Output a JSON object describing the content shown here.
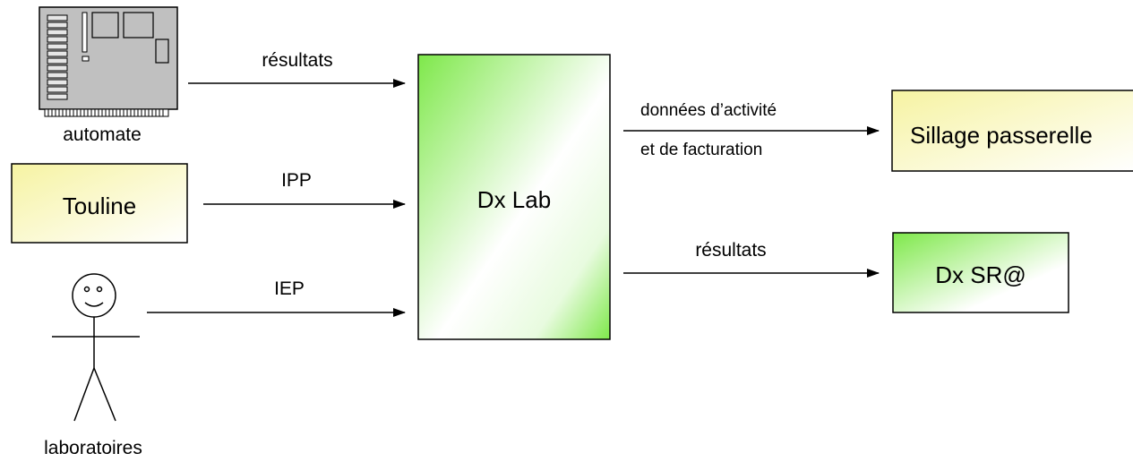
{
  "nodes": {
    "automate": {
      "label": "automate"
    },
    "touline": {
      "label": "Touline"
    },
    "laboratoires": {
      "label": "laboratoires"
    },
    "dxlab": {
      "label": "Dx Lab"
    },
    "sillage": {
      "label": "Sillage passerelle"
    },
    "dxsra": {
      "label": "Dx SR@"
    }
  },
  "edges": {
    "automate_dxlab": {
      "label": "résultats"
    },
    "touline_dxlab": {
      "label": "IPP"
    },
    "lab_dxlab": {
      "label": "IEP"
    },
    "dxlab_sillage": {
      "line1": "données d’activité",
      "line2": "et de facturation"
    },
    "dxlab_dxsra": {
      "label": "résultats"
    }
  },
  "colors": {
    "yellow_gradient": [
      "#f6f3a2",
      "#ffffff"
    ],
    "green_gradient": [
      "#7ee84a",
      "#ffffff"
    ],
    "automate_body": "#c0c0c0",
    "stroke": "#000000"
  }
}
